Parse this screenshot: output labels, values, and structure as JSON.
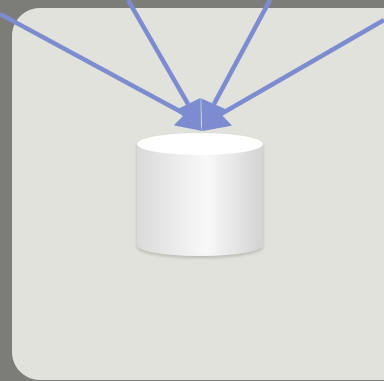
{
  "diagram": {
    "nodes": [
      {
        "id": "database",
        "shape": "cylinder",
        "label": ""
      }
    ],
    "edges": [
      {
        "from": "offscreen-1",
        "to": "database",
        "arrow": "filled"
      },
      {
        "from": "offscreen-2",
        "to": "database",
        "arrow": "filled"
      },
      {
        "from": "offscreen-3",
        "to": "database",
        "arrow": "filled"
      },
      {
        "from": "offscreen-4",
        "to": "database",
        "arrow": "filled"
      }
    ]
  },
  "colors": {
    "background": "#7c7c78",
    "panel": "#e1e2dc",
    "edge": "#7d8cd0",
    "cylinder_light": "#f7f8f7",
    "cylinder_dark": "#d8d9d8"
  },
  "icons": [
    "database-icon"
  ]
}
